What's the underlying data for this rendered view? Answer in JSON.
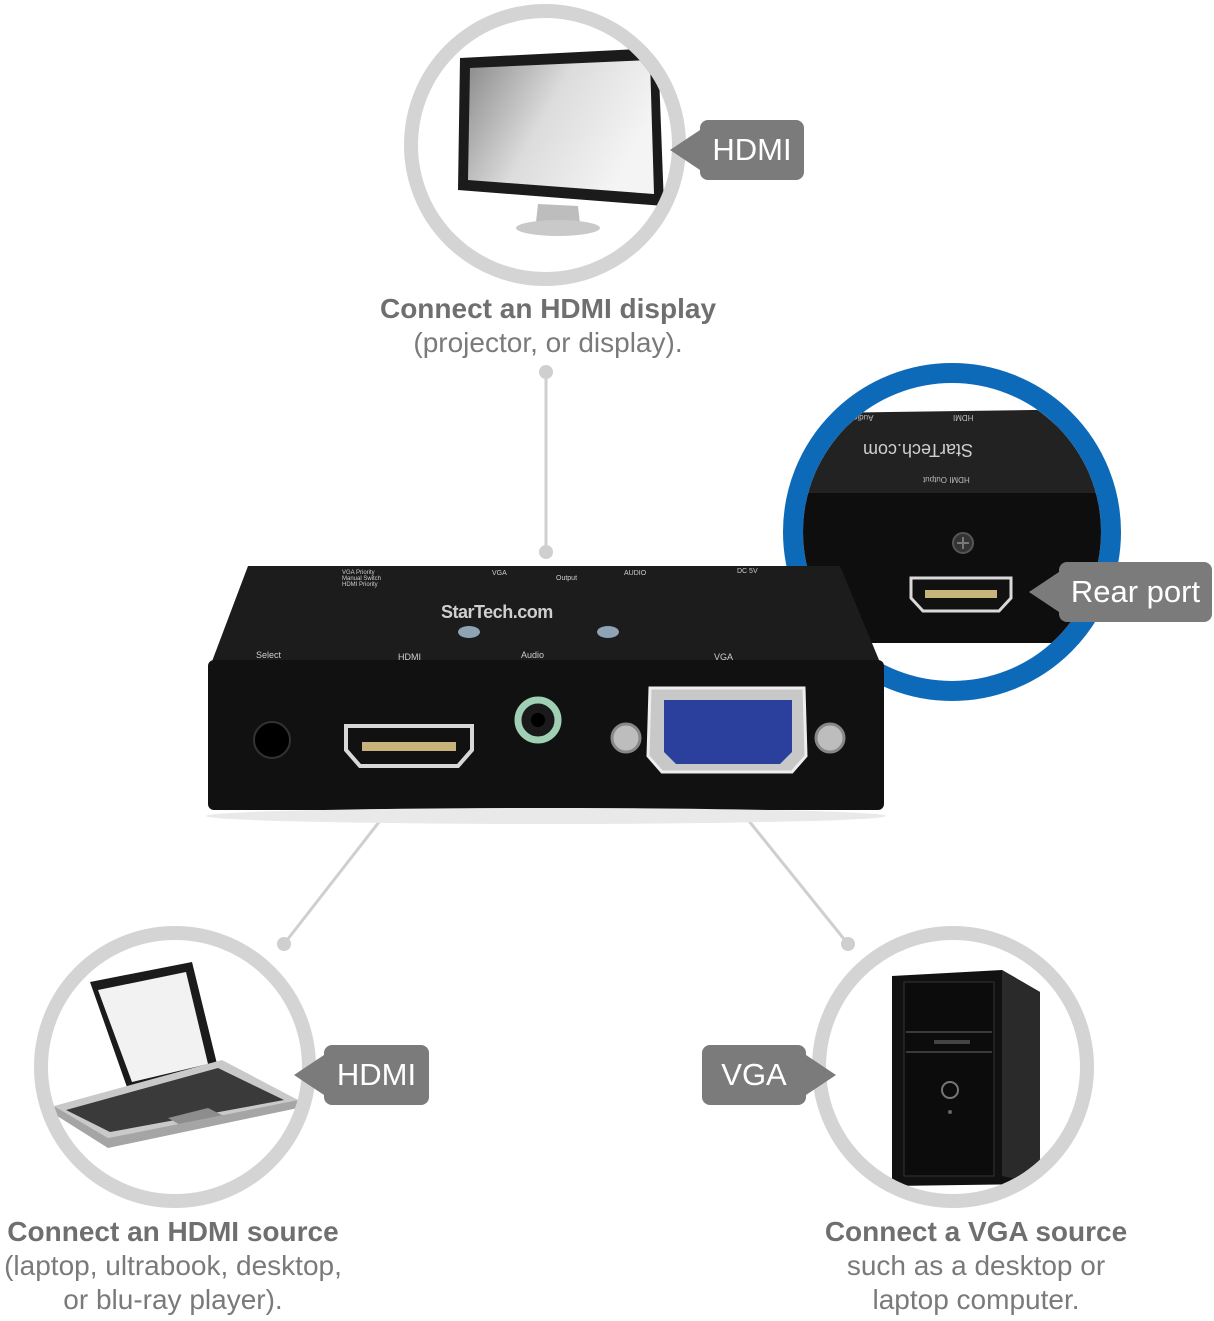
{
  "display": {
    "tag": "HDMI",
    "caption_title": "Connect an HDMI display",
    "caption_line": "(projector, or display)."
  },
  "rear": {
    "tag": "Rear port",
    "brand": "StarTech.com",
    "labels": [
      "Audio",
      "HDMI",
      "HDMI Output"
    ]
  },
  "device": {
    "brand": "StarTech.com",
    "front_labels": [
      "Select",
      "HDMI",
      "Audio",
      "VGA"
    ],
    "top_labels": [
      "VGA Priority",
      "Manual Switch",
      "HDMI Priority",
      "VGA",
      "Output",
      "AUDIO",
      "DC 5V"
    ]
  },
  "laptop": {
    "tag": "HDMI",
    "caption_title": "Connect an HDMI source",
    "caption_lines": [
      "(laptop, ultrabook, desktop,",
      "or blu-ray player)."
    ]
  },
  "desktop": {
    "tag": "VGA",
    "caption_title": "Connect a VGA source",
    "caption_lines": [
      "such as a desktop or",
      "laptop computer."
    ]
  },
  "colors": {
    "tag_bg": "#7b7b7b",
    "ring_grey": "#d4d4d4",
    "ring_blue": "#0d6ab8",
    "vga_blue": "#2b3f9c",
    "device_black": "#111111"
  }
}
